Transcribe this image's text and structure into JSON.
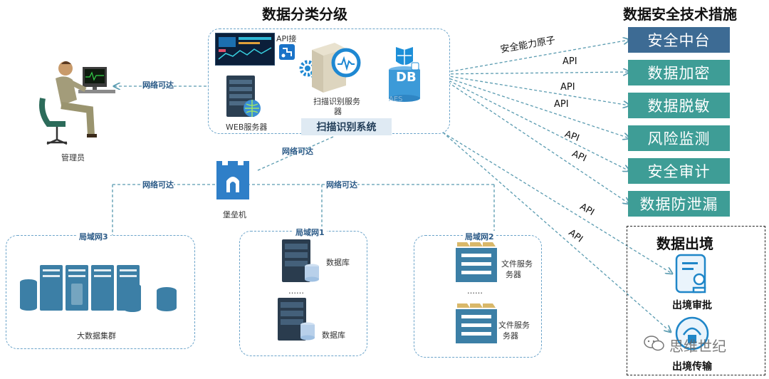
{
  "titles": {
    "classification": "数据分类分级",
    "security": "数据安全技术措施",
    "export": "数据出境"
  },
  "scan_system": {
    "title": "扫描识别系统",
    "api_connect": "API接",
    "web_server": "WEB服务器",
    "scan_server_line1": "扫描识别服务",
    "scan_server_line2": "器",
    "db_badge": "DB",
    "aes": "AES"
  },
  "admin": {
    "label": "管理员"
  },
  "bastion": {
    "label": "堡垒机"
  },
  "links": {
    "network_reachable": "网络可达",
    "security_atom": "安全能力原子",
    "api": "API"
  },
  "lans": [
    {
      "title": "局域网3",
      "caption": "大数据集群"
    },
    {
      "title": "局域网1",
      "db1": "数据库",
      "db2": "数据库",
      "ellipsis": "……"
    },
    {
      "title": "局域网2",
      "fs1_line1": "文件服务",
      "fs1_line2": "务器",
      "fs2_line1": "文件服务",
      "fs2_line2": "务器",
      "ellipsis": "……"
    }
  ],
  "measures": [
    {
      "label": "安全中台",
      "color": "#3d6b94"
    },
    {
      "label": "数据加密",
      "color": "#3e9d96"
    },
    {
      "label": "数据脱敏",
      "color": "#3e9d96"
    },
    {
      "label": "风险监测",
      "color": "#3e9d96"
    },
    {
      "label": "安全审计",
      "color": "#3e9d96"
    },
    {
      "label": "数据防泄漏",
      "color": "#3e9d96"
    }
  ],
  "export_items": {
    "approval": "出境审批",
    "transfer": "出境传输"
  },
  "watermark": "思维世纪",
  "colors": {
    "server": "#2b4356",
    "teal": "#3e9d96",
    "link": "#5a9bb0",
    "box_border": "#6aa3c9"
  }
}
